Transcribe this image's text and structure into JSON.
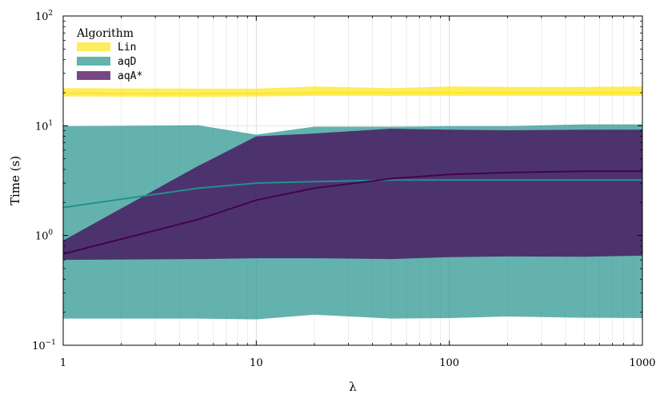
{
  "chart_data": {
    "type": "area",
    "xlabel": "λ",
    "ylabel": "Time (s)",
    "xscale": "log",
    "yscale": "log",
    "xlim": [
      1,
      1000
    ],
    "ylim": [
      0.1,
      100
    ],
    "grid": "vertical minor and major",
    "legend_placement": "top-left",
    "legend_title": "Algorithm",
    "x_ticks": [
      {
        "value": 1,
        "label": "1"
      },
      {
        "value": 10,
        "label": "10"
      },
      {
        "value": 100,
        "label": "100"
      },
      {
        "value": 1000,
        "label": "1000"
      }
    ],
    "y_ticks": [
      {
        "value": 0.1,
        "base": "10",
        "exp": "−1"
      },
      {
        "value": 1,
        "base": "10",
        "exp": "0"
      },
      {
        "value": 10,
        "base": "10",
        "exp": "1"
      },
      {
        "value": 100,
        "base": "10",
        "exp": "2"
      }
    ],
    "x": [
      1,
      5,
      10,
      20,
      50,
      100,
      200,
      500,
      1000
    ],
    "series": [
      {
        "name": "Lin",
        "color": "#fde725",
        "median": [
          19.7,
          19.6,
          19.7,
          19.9,
          19.9,
          20.0,
          20.0,
          20.0,
          20.0
        ],
        "lower": [
          18.5,
          18.3,
          18.5,
          18.7,
          18.7,
          18.7,
          18.7,
          18.7,
          18.7
        ],
        "upper": [
          22.0,
          21.8,
          21.8,
          22.8,
          22.0,
          22.8,
          22.6,
          22.6,
          22.8
        ]
      },
      {
        "name": "aqD",
        "color": "#21918c",
        "median": [
          1.8,
          2.7,
          3.0,
          3.1,
          3.2,
          3.2,
          3.2,
          3.2,
          3.2
        ],
        "lower": [
          0.175,
          0.175,
          0.172,
          0.19,
          0.175,
          0.177,
          0.183,
          0.178,
          0.177
        ],
        "upper": [
          9.9,
          10.1,
          8.3,
          9.8,
          9.8,
          9.9,
          9.9,
          10.3,
          10.3
        ]
      },
      {
        "name": "aqA*",
        "color": "#440154",
        "median": [
          0.68,
          1.4,
          2.1,
          2.7,
          3.3,
          3.6,
          3.75,
          3.85,
          3.85
        ],
        "lower": [
          0.6,
          0.61,
          0.62,
          0.62,
          0.61,
          0.635,
          0.645,
          0.64,
          0.655
        ],
        "upper": [
          0.9,
          4.3,
          8.0,
          8.5,
          9.4,
          9.2,
          9.1,
          9.2,
          9.2
        ]
      }
    ]
  }
}
